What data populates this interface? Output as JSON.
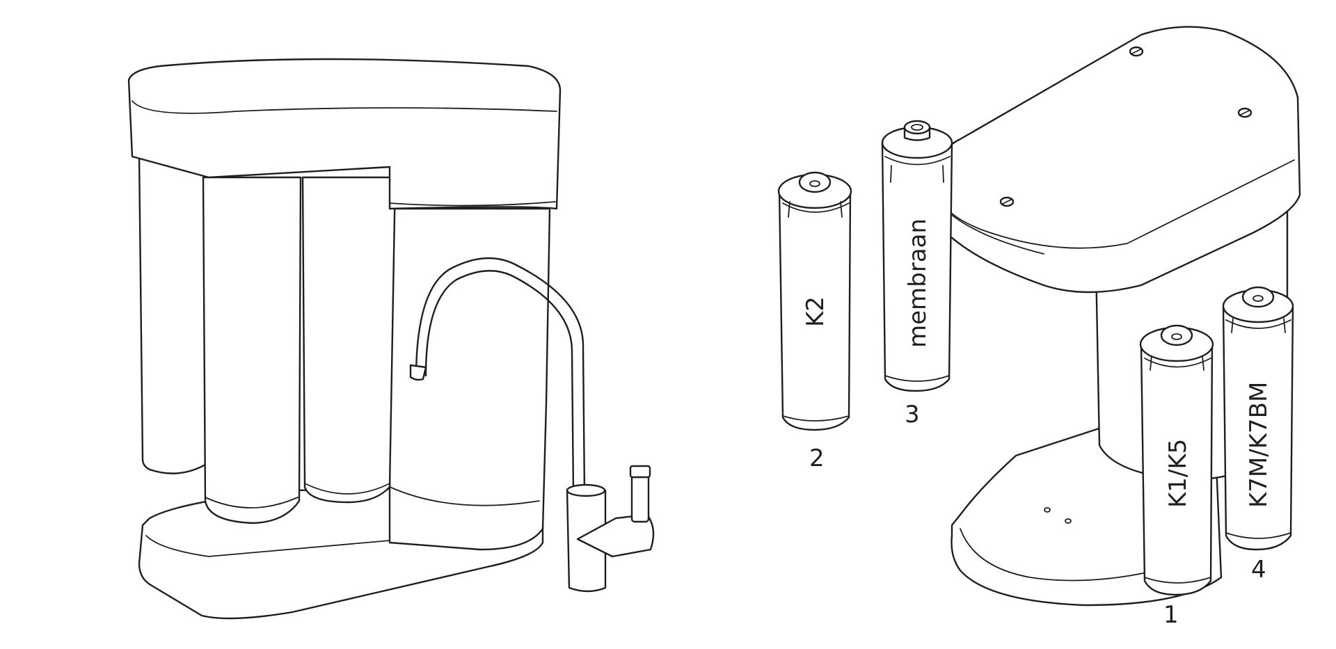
{
  "figure": {
    "left_unit": {
      "name": "assembled-ro-system"
    },
    "right_unit": {
      "cartridges": [
        {
          "id": "cart-2",
          "label": "K2",
          "number": "2"
        },
        {
          "id": "cart-3",
          "label": "membraan",
          "number": "3"
        },
        {
          "id": "cart-1",
          "label": "K1/K5",
          "number": "1"
        },
        {
          "id": "cart-4",
          "label": "K7M/K7BM",
          "number": "4"
        }
      ]
    }
  },
  "colors": {
    "line": "#1e1e1e",
    "background": "#ffffff"
  }
}
